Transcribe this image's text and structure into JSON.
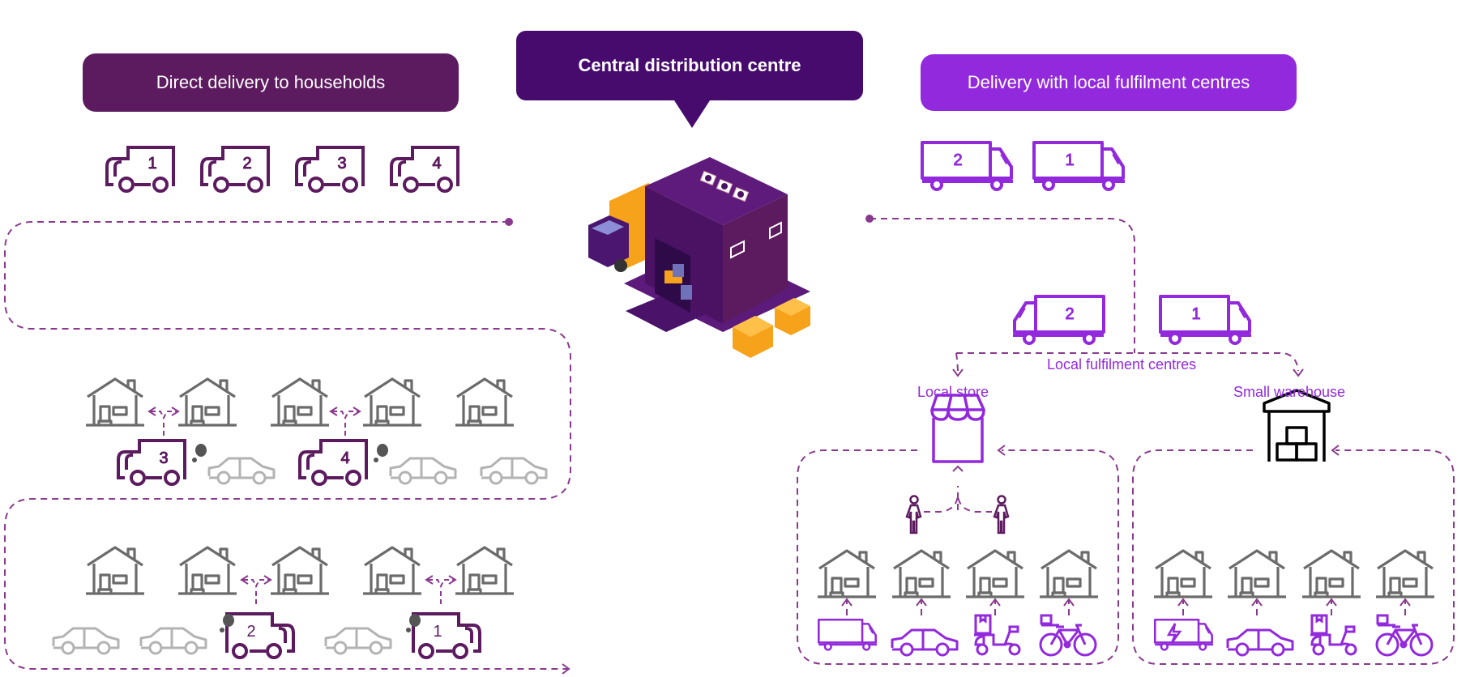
{
  "headers": {
    "direct": "Direct delivery to households",
    "central": "Central distribution centre",
    "local": "Delivery with local fulfilment centres"
  },
  "labels": {
    "local_fulfilment_centres": "Local fulfilment centres",
    "local_store": "Local store",
    "small_warehouse": "Small warehouse"
  },
  "direct_vans": [
    "1",
    "2",
    "3",
    "4"
  ],
  "local_trucks_top": [
    "2",
    "1"
  ],
  "local_trucks_mid": [
    "2",
    "1"
  ],
  "row1_vans": [
    "3",
    "4"
  ],
  "row2_vans": [
    "2",
    "1"
  ],
  "store_last_mile": [
    "truck",
    "car",
    "scooter",
    "bicycle"
  ],
  "warehouse_last_mile": [
    "electric-truck",
    "car",
    "scooter",
    "bicycle"
  ],
  "colors": {
    "dark_purple": "#5c1a5f",
    "deep_purple": "#470b6e",
    "bright_purple": "#9229dc",
    "house_gray": "#6b6b6b",
    "car_gray": "#b3b3b3",
    "box_orange": "#f7a21b"
  }
}
